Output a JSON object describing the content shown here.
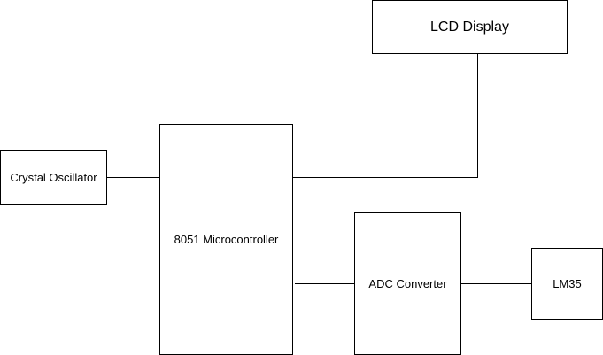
{
  "blocks": {
    "lcd": "LCD Display",
    "crystal": "Crystal Oscillator",
    "mcu": "8051 Microcontroller",
    "adc": "ADC Converter",
    "sensor": "LM35"
  }
}
